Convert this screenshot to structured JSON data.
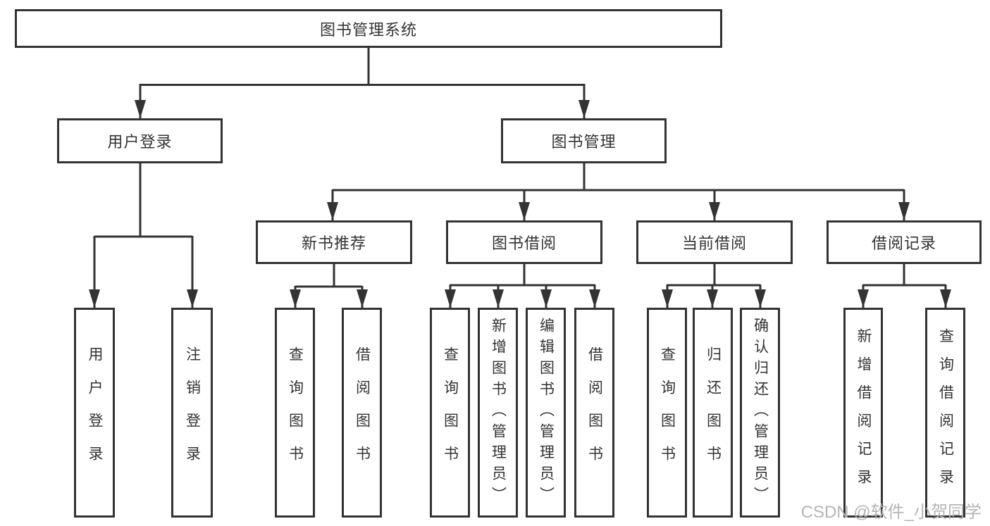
{
  "diagram": {
    "root": {
      "label": "图书管理系统",
      "children": [
        {
          "label": "用户登录",
          "children": [
            {
              "label": "用户登录"
            },
            {
              "label": "注销登录"
            }
          ]
        },
        {
          "label": "图书管理",
          "children": [
            {
              "label": "新书推荐",
              "children": [
                {
                  "label": "查询图书"
                },
                {
                  "label": "借阅图书"
                }
              ]
            },
            {
              "label": "图书借阅",
              "children": [
                {
                  "label": "查询图书"
                },
                {
                  "label": "新增图书（管理员）"
                },
                {
                  "label": "编辑图书（管理员）"
                },
                {
                  "label": "借阅图书"
                }
              ]
            },
            {
              "label": "当前借阅",
              "children": [
                {
                  "label": "查询图书"
                },
                {
                  "label": "归还图书"
                },
                {
                  "label": "确认归还（管理员）"
                }
              ]
            },
            {
              "label": "借阅记录",
              "children": [
                {
                  "label": "新增借阅记录"
                },
                {
                  "label": "查询借阅记录"
                }
              ]
            }
          ]
        }
      ]
    }
  },
  "watermark": {
    "text": "CSDN @软件_小贺同学"
  },
  "colors": {
    "line": "#333333",
    "text": "#333333",
    "watermark": "#b5b5b5",
    "background": "#ffffff"
  }
}
